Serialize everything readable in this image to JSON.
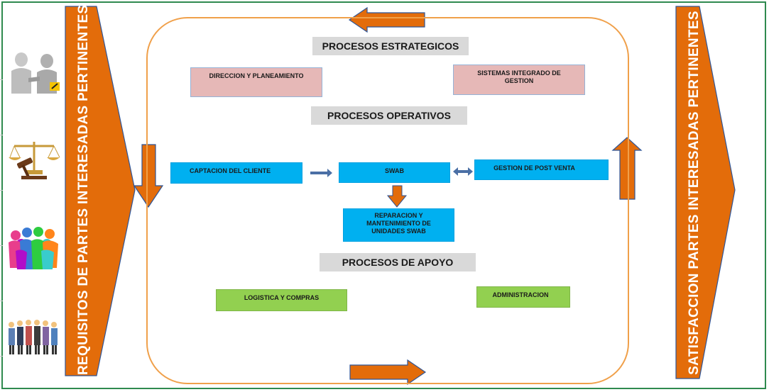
{
  "left_banner": {
    "text": "REQUISITOS DE  PARTES INTERESADAS PERTINENTES"
  },
  "right_banner": {
    "text": "SATISFACCION  PARTES INTERESADAS PERTINENTES"
  },
  "sections": {
    "strategic": "PROCESOS ESTRATEGICOS",
    "operational": "PROCESOS OPERATIVOS",
    "support": "PROCESOS DE APOYO"
  },
  "boxes": {
    "direccion": "DIRECCION Y PLANEAMIENTO",
    "sistemas": "SISTEMAS INTEGRADO DE GESTION",
    "captacion": "CAPTACION DEL CLIENTE",
    "swab": "SWAB",
    "post_venta": "GESTION DE POST VENTA",
    "reparacion": "REPARACION Y MANTENIMIENTO DE UNIDADES SWAB",
    "logistica": "LOGISTICA Y COMPRAS",
    "administracion": "ADMINISTRACION"
  },
  "colors": {
    "orange": "#e36c0a",
    "arrow_blue": "#4a6fa5",
    "strategic_fill": "#e6b8b7",
    "operational_fill": "#00b0f0",
    "support_fill": "#92d050"
  },
  "icons": [
    "handshake-icon",
    "justice-scales-icon",
    "group-huddle-icon",
    "business-team-icon"
  ]
}
